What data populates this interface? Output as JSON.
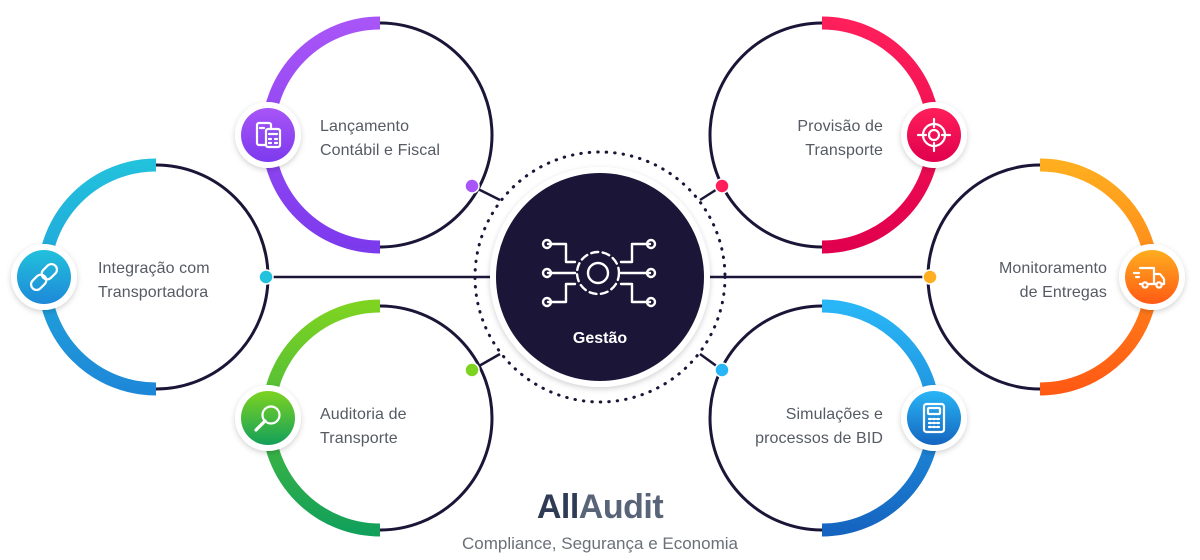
{
  "center": {
    "title": "Gestão",
    "icon": "gear-network-icon"
  },
  "nodes": [
    {
      "id": "lancamento",
      "line1": "Lançamento",
      "line2": "Contábil e Fiscal",
      "icon": "document-calculator-icon",
      "color_a": "#a855f7",
      "color_b": "#7c3aed"
    },
    {
      "id": "integracao",
      "line1": "Integração com",
      "line2": "Transportadora",
      "icon": "link-icon",
      "color_a": "#22c1dc",
      "color_b": "#1e88d8"
    },
    {
      "id": "auditoria",
      "line1": "Auditoria de",
      "line2": "Transporte",
      "icon": "magnifier-icon",
      "color_a": "#7ed321",
      "color_b": "#12a05a"
    },
    {
      "id": "provisao",
      "line1": "Provisão de",
      "line2": "Transporte",
      "icon": "target-icon",
      "color_a": "#ff1f5a",
      "color_b": "#e0004d"
    },
    {
      "id": "monitoramento",
      "line1": "Monitoramento",
      "line2": "de Entregas",
      "icon": "delivery-truck-icon",
      "color_a": "#ffae1f",
      "color_b": "#ff5a14"
    },
    {
      "id": "simulacoes",
      "line1": "Simulações e",
      "line2": "processos de BID",
      "icon": "calculator-icon",
      "color_a": "#29b6f6",
      "color_b": "#1565c0"
    }
  ],
  "brand": {
    "part1": "All",
    "part2": "Audit",
    "tagline": "Compliance, Segurança e Economia"
  }
}
